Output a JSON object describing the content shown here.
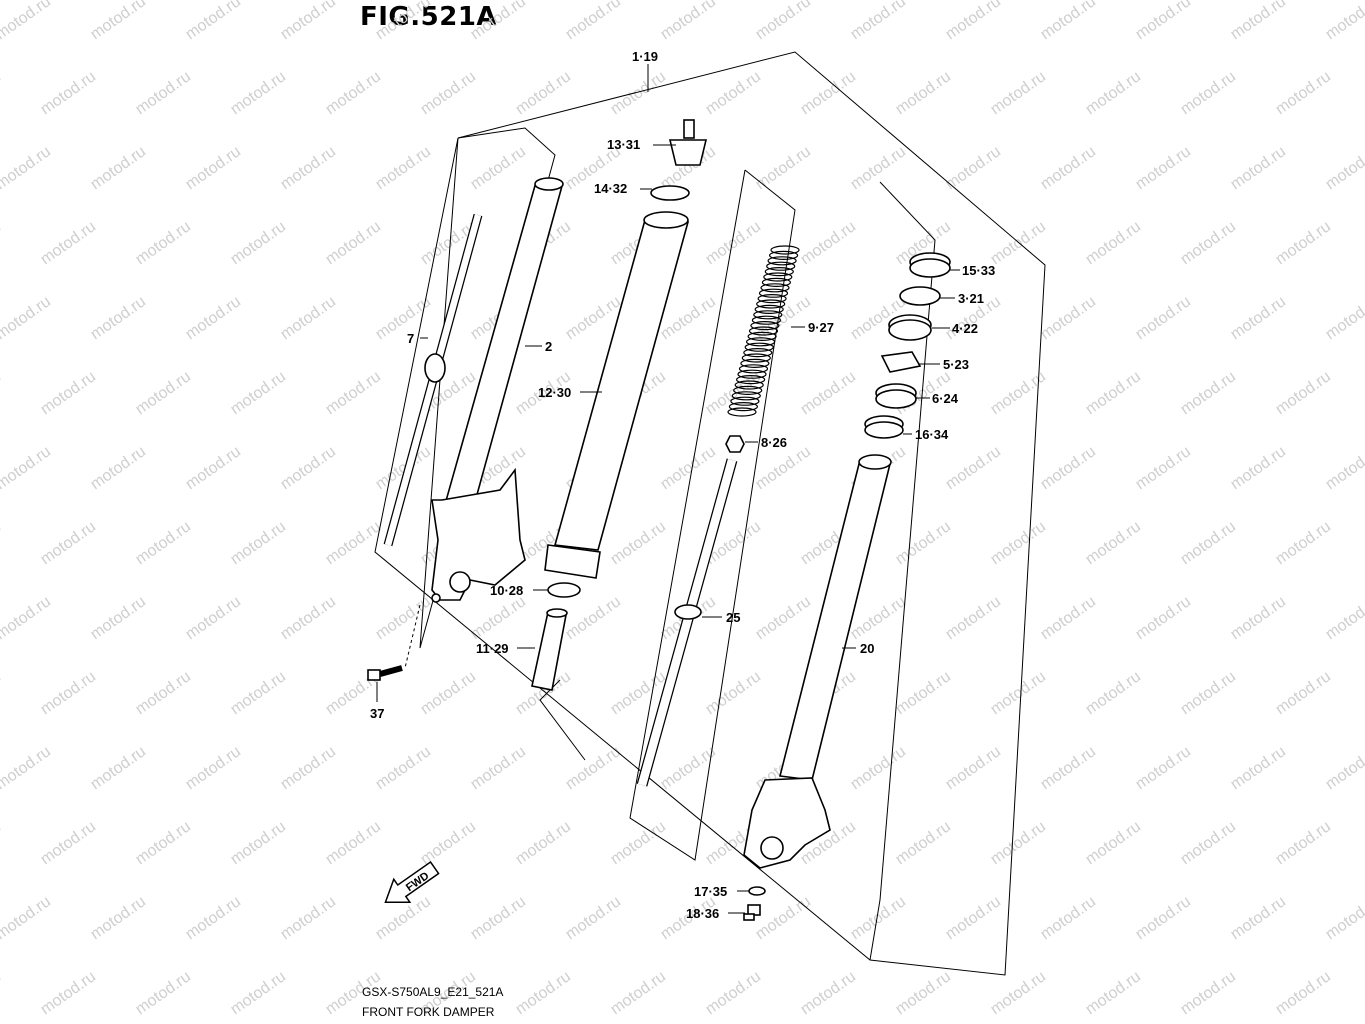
{
  "figure": {
    "title": "FIG.521A"
  },
  "watermark": {
    "text": "motod.ru"
  },
  "parts": [
    {
      "id": "p1",
      "label": "1·19"
    },
    {
      "id": "p13",
      "label": "13·31"
    },
    {
      "id": "p14",
      "label": "14·32"
    },
    {
      "id": "p15",
      "label": "15·33"
    },
    {
      "id": "p3",
      "label": "3·21"
    },
    {
      "id": "p4",
      "label": "4·22"
    },
    {
      "id": "p5",
      "label": "5·23"
    },
    {
      "id": "p6",
      "label": "6·24"
    },
    {
      "id": "p16",
      "label": "16·34"
    },
    {
      "id": "p9",
      "label": "9·27"
    },
    {
      "id": "p8",
      "label": "8·26"
    },
    {
      "id": "p7",
      "label": "7"
    },
    {
      "id": "p2",
      "label": "2"
    },
    {
      "id": "p12",
      "label": "12·30"
    },
    {
      "id": "p10",
      "label": "10·28"
    },
    {
      "id": "p11",
      "label": "11·29"
    },
    {
      "id": "p25",
      "label": "25"
    },
    {
      "id": "p20",
      "label": "20"
    },
    {
      "id": "p37",
      "label": "37"
    },
    {
      "id": "p17",
      "label": "17·35"
    },
    {
      "id": "p18",
      "label": "18·36"
    }
  ],
  "direction_marker": {
    "text": "FWD"
  },
  "footer": {
    "model_code": "GSX-S750AL9_E21_521A",
    "diagram_name": "FRONT FORK DAMPER"
  }
}
